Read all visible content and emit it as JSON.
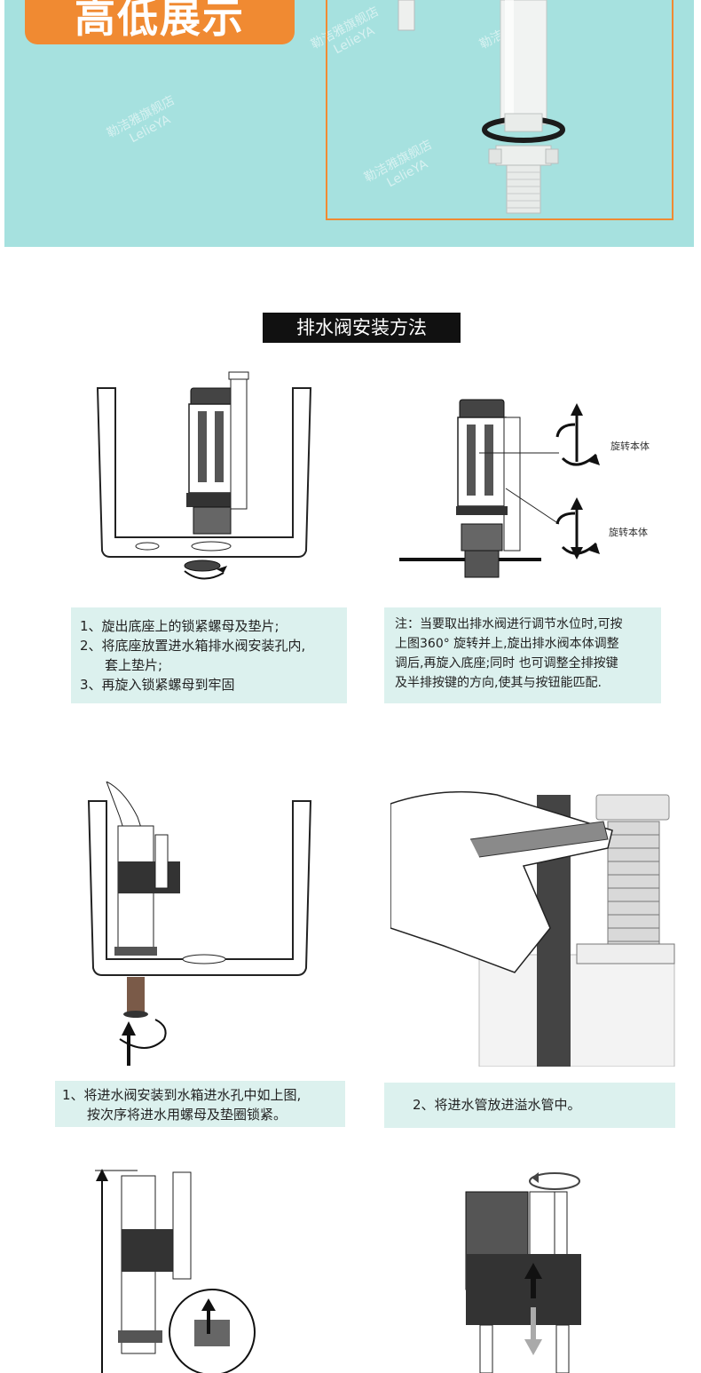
{
  "banner": {
    "title": "高低展示",
    "watermark_lines": [
      "勒洁雅旗舰店",
      "LelieYA"
    ]
  },
  "section": {
    "title": "排水阀安装方法"
  },
  "step1": {
    "caption_lines": [
      "1、旋出底座上的锁紧螺母及垫片;",
      "2、将底座放置进水箱排水阀安装孔内,",
      "套上垫片;",
      "3、再旋入锁紧螺母到牢固"
    ]
  },
  "step2": {
    "rotate_label_top": "旋转本体",
    "rotate_label_bottom": "旋转本体",
    "caption_lines": [
      "注：当要取出排水阀进行调节水位时,可按",
      "上图360° 旋转并上,旋出排水阀本体调整",
      "调后,再旋入底座;同时 也可调整全排按键",
      "及半排按键的方向,使其与按钮能匹配."
    ]
  },
  "step3": {
    "caption_lines": [
      "1、将进水阀安装到水箱进水孔中如上图,",
      "按次序将进水用螺母及垫圈锁紧。"
    ]
  },
  "step4": {
    "caption_lines": [
      "2、将进水管放进溢水管中。"
    ]
  },
  "colors": {
    "banner_bg": "#a6e1df",
    "accent_orange": "#f08a32",
    "caption_bg": "#dcf1ee",
    "heading_bg": "#111111"
  }
}
